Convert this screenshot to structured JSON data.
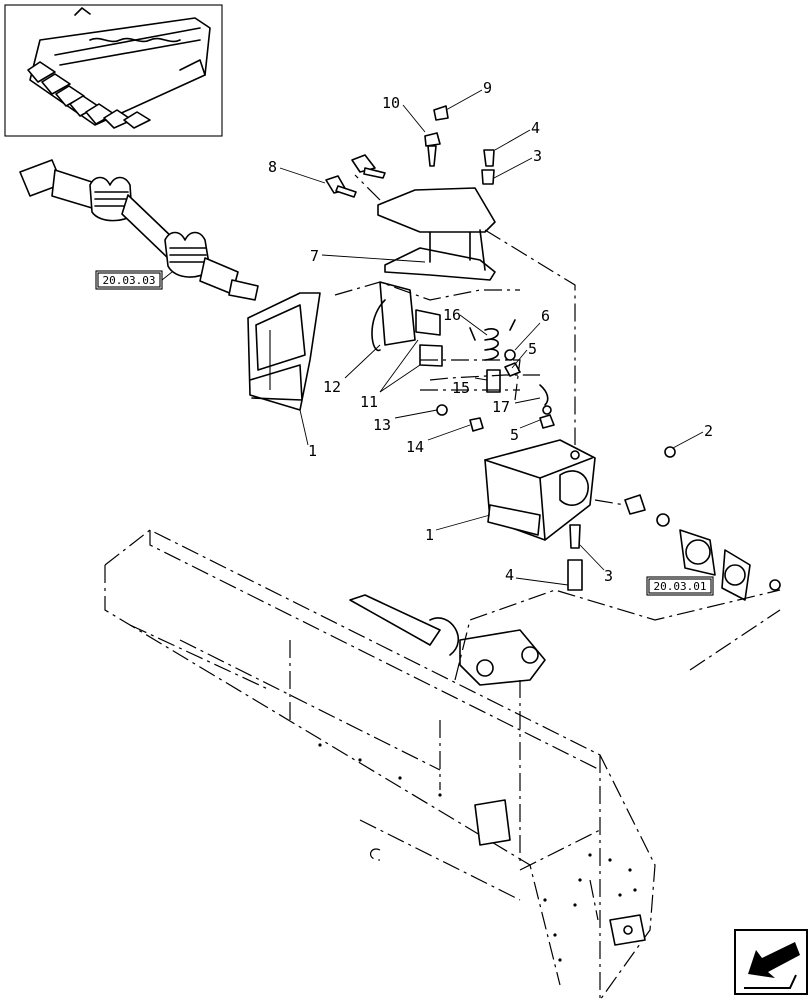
{
  "callouts": [
    {
      "id": "c9",
      "label": "9"
    },
    {
      "id": "c10",
      "label": "10"
    },
    {
      "id": "c4a",
      "label": "4"
    },
    {
      "id": "c3a",
      "label": "3"
    },
    {
      "id": "c8",
      "label": "8"
    },
    {
      "id": "c7",
      "label": "7"
    },
    {
      "id": "c6",
      "label": "6"
    },
    {
      "id": "c16",
      "label": "16"
    },
    {
      "id": "c5a",
      "label": "5"
    },
    {
      "id": "c12",
      "label": "12"
    },
    {
      "id": "c11",
      "label": "11"
    },
    {
      "id": "c15",
      "label": "15"
    },
    {
      "id": "c17",
      "label": "17"
    },
    {
      "id": "c13",
      "label": "13"
    },
    {
      "id": "c14",
      "label": "14"
    },
    {
      "id": "c5b",
      "label": "5"
    },
    {
      "id": "c1a",
      "label": "1"
    },
    {
      "id": "c2",
      "label": "2"
    },
    {
      "id": "c1b",
      "label": "1"
    },
    {
      "id": "c4b",
      "label": "4"
    },
    {
      "id": "c3b",
      "label": "3"
    }
  ],
  "references": [
    {
      "id": "ref1",
      "label": "20.03.03"
    },
    {
      "id": "ref2",
      "label": "20.03.01"
    }
  ],
  "icons": {
    "thumbnail": "corn-header-thumbnail",
    "nav": "back-arrow-icon"
  }
}
